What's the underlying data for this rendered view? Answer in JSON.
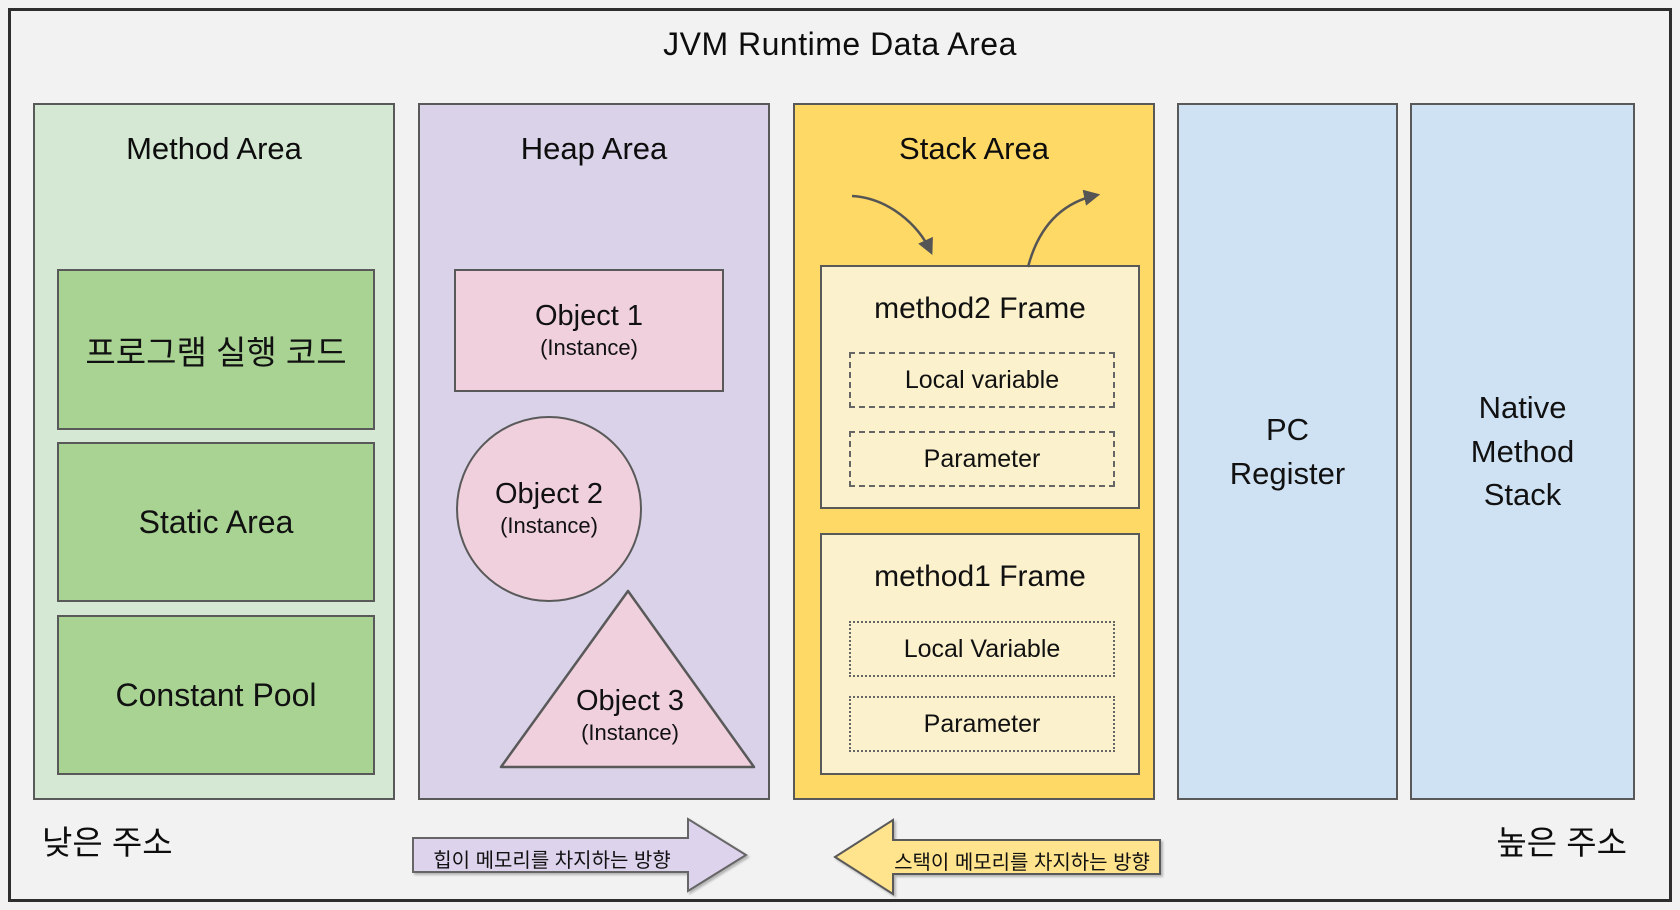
{
  "title": "JVM Runtime Data Area",
  "labels": {
    "low_address": "낮은 주소",
    "high_address": "높은 주소"
  },
  "method_area": {
    "title": "Method Area",
    "boxes": [
      {
        "label": "프로그램 실행 코드"
      },
      {
        "label": "Static Area"
      },
      {
        "label": "Constant Pool"
      }
    ]
  },
  "heap_area": {
    "title": "Heap Area",
    "objects": [
      {
        "name": "Object 1",
        "type": "(Instance)",
        "shape": "rectangle"
      },
      {
        "name": "Object 2",
        "type": "(Instance)",
        "shape": "circle"
      },
      {
        "name": "Object 3",
        "type": "(Instance)",
        "shape": "triangle"
      }
    ]
  },
  "stack_area": {
    "title": "Stack Area",
    "frames": [
      {
        "title": "method2 Frame",
        "slots": [
          "Local variable",
          "Parameter"
        ]
      },
      {
        "title": "method1 Frame",
        "slots": [
          "Local Variable",
          "Parameter"
        ]
      }
    ]
  },
  "pc_register": {
    "lines": [
      "PC",
      "Register"
    ]
  },
  "native_method_stack": {
    "lines": [
      "Native",
      "Method",
      "Stack"
    ]
  },
  "direction_arrows": {
    "heap": "힙이 메모리를 차지하는 방향",
    "stack": "스택이 메모리를 차지하는 방향"
  },
  "colors": {
    "background": "#f2f2f2",
    "method_area_fill": "#d5e8d4",
    "method_box_fill": "#a8d393",
    "heap_fill": "#d9d2e9",
    "object_fill": "#f0d0dd",
    "stack_fill": "#ffd966",
    "frame_fill": "#fbf1cd",
    "register_fill": "#cfe2f3",
    "heap_arrow_fill": "#ddd3ed",
    "stack_arrow_fill": "#ffe48d",
    "border": "#595959"
  }
}
